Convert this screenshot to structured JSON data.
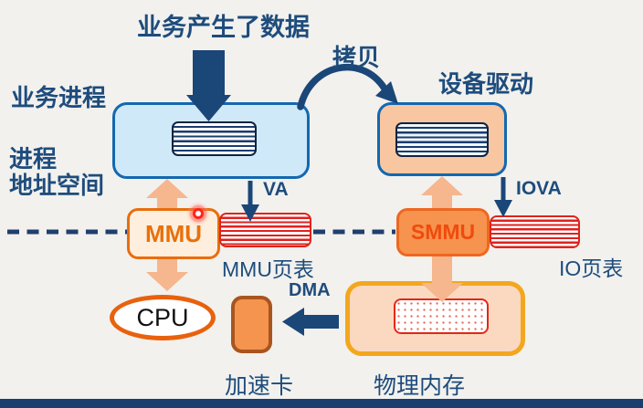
{
  "diagram": {
    "title": "业务产生了数据",
    "left_region": {
      "process_label": "业务进程",
      "address_space_line1": "进程",
      "address_space_line2": "地址空间",
      "mmu": "MMU",
      "mmu_page_table": "MMU页表",
      "va": "VA",
      "cpu": "CPU",
      "accelerator_card": "加速卡",
      "dma": "DMA"
    },
    "right_region": {
      "copy_label": "拷贝",
      "device_driver": "设备驱动",
      "smmu": "SMMU",
      "io_page_table": "IO页表",
      "iova": "IOVA",
      "physical_memory": "物理内存"
    },
    "colors": {
      "background": "#f2f1ee",
      "navy_text": "#1e4c7c",
      "navy_arrow": "#1b4678",
      "dashed_line": "#1f3f6e",
      "peach_arrow": "#f6b68e",
      "process_box_fill": "#cfe9f8",
      "blue_border": "#1368b1",
      "device_box_fill": "#f8c6a0",
      "mmu_fill": "#fdeedd",
      "mmu_border": "#e96d0d",
      "smmu_fill": "#f6934e",
      "smmu_text": "#f04b0c",
      "page_table_red": "#df2318",
      "memory_fill": "#fbd9c0",
      "memory_border": "#f3a71e",
      "accelerator_fill": "#f5944e",
      "accelerator_border": "#a9551f",
      "cpu_border": "#e9610c",
      "laser_red": "#ff2015",
      "bottom_bar": "#1c3e6e"
    }
  }
}
